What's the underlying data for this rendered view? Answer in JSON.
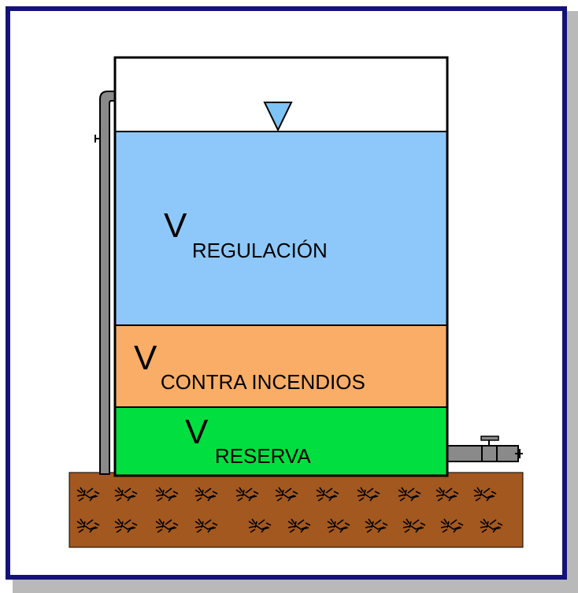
{
  "volumes": {
    "regulacion": {
      "symbol": "V",
      "subscript": "REGULACIÓN"
    },
    "contra_incendios": {
      "symbol": "V",
      "subscript": "CONTRA INCENDIOS"
    },
    "reserva": {
      "symbol": "V",
      "subscript": "RESERVA"
    }
  },
  "colors": {
    "frame_border": "#14127a",
    "frame_shadow": "#b9b9b9",
    "regulacion_fill": "#8ec8fa",
    "contra_incendios_fill": "#f9ad66",
    "reserva_fill": "#00df3f",
    "ground_fill": "#a2581f",
    "pipe_fill": "#8a8a8a",
    "water_level_marker": "#7ec3f6"
  },
  "icons": {
    "water_level": "water-level-triangle-icon",
    "valve": "gate-valve-icon",
    "ground_texture": "soil-texture-icon"
  }
}
